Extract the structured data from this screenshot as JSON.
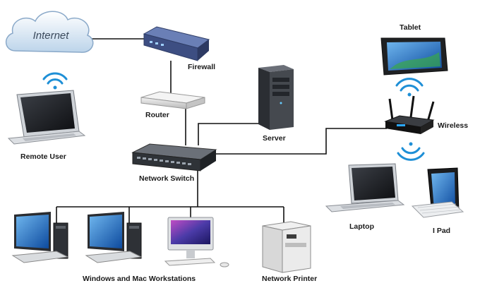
{
  "diagram": {
    "cloud_label": "Internet",
    "labels": {
      "firewall": "Firewall",
      "router": "Router",
      "server": "Server",
      "network_switch": "Network Switch",
      "remote_user": "Remote User",
      "tablet": "Tablet",
      "wireless": "Wireless",
      "laptop": "Laptop",
      "ipad": "I Pad",
      "workstations": "Windows and Mac Workstations",
      "network_printer": "Network Printer"
    },
    "colors": {
      "line": "#111111",
      "wifi": "#1e8fd6",
      "cloud": "#cfe2f3",
      "screen": "#1565c0"
    },
    "icons": [
      "cloud-icon",
      "firewall-icon",
      "router-icon",
      "server-icon",
      "switch-icon",
      "laptop-icon",
      "tablet-icon",
      "wireless-router-icon",
      "ipad-icon",
      "monitor-icon",
      "imac-icon",
      "printer-icon",
      "wifi-icon"
    ]
  }
}
